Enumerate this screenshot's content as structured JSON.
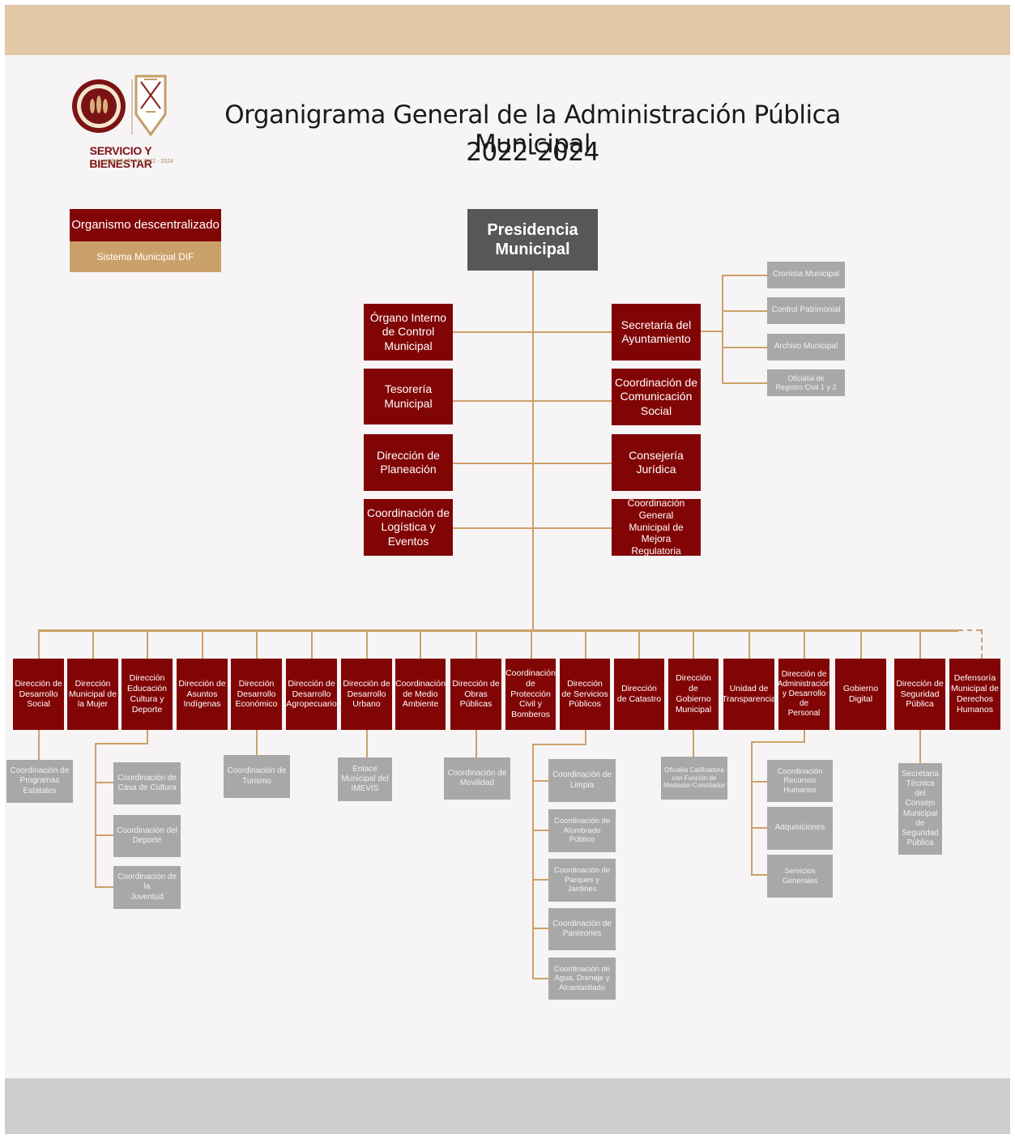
{
  "header": {
    "title_line1": "Organigrama General de la Administración Pública Municipal",
    "title_line2": "2022-2024",
    "brand": "SERVICIO Y BIENESTAR",
    "brand_sub": "XONACATLAN 2022 - 2024"
  },
  "legend": {
    "organismo": "Organismo descentralizado",
    "dif": "Sistema Municipal DIF"
  },
  "presidencia": "Presidencia\nMunicipal",
  "left_units": [
    "Órgano Interno\nde Control\nMunicipal",
    "Tesorería\nMunicipal",
    "Dirección de\nPlaneación",
    "Coordinación de\nLogística y Eventos"
  ],
  "right_units": [
    "Secretaria del\nAyuntamiento",
    "Coordinación de\nComunicación\nSocial",
    "Consejería Jurídica",
    "Coordinación General\nMunicipal de Mejora\nRegulatoria"
  ],
  "secretaria_sub": [
    "Cronista Municipal",
    "Control Patrimonial",
    "Archivo Municipal",
    "Oficialía de\nRegistro Civil 1 y 2"
  ],
  "directions": [
    "Dirección de\nDesarrollo\nSocial",
    "Dirección\nMunicipal de\nla Mujer",
    "Dirección\nEducación\nCultura y\nDeporte",
    "Dirección de\nAsuntos\nIndígenas",
    "Dirección\nDesarrollo\nEconómico",
    "Dirección de\nDesarrollo\nAgropecuario",
    "Dirección de\nDesarrollo\nUrbano",
    "Coordinación\nde Medio\nAmbiente",
    "Dirección de\nObras\nPúblicas",
    "Coordinación\nde Protección\nCivil y\nBomberos",
    "Dirección\nde Servicios\nPúblicos",
    "Dirección\nde Catastro",
    "Dirección de\nGobierno\nMunicipal",
    "Unidad de\nTransparencia",
    "Dirección de\nAdministración\ny Desarrollo de\nPersonal",
    "Gobierno\nDigital",
    "Dirección de\nSeguridad\nPública",
    "Defensoría\nMunicipal de\nDerechos\nHumanos"
  ],
  "sub_units": {
    "desarrollo_social": "Coordinación de\nProgramas\nEstatales",
    "educacion": [
      "Coordinación de\nCasa de Cultura",
      "Coordinación del\nDeporte",
      "Coordinación de la\nJuventud"
    ],
    "economico": "Coordinación de\nTurismo",
    "urbano": "Enlace\nMunicipal del\nIMEVIS",
    "obras": "Coordinación de\nMovilidad",
    "servicios": [
      "Coordinación de\nLimpia",
      "Coordinación de\nAlumbrado Público",
      "Coordinación de\nParques y Jardines",
      "Coordinación de\nPanteones",
      "Coordinación de\nAgua, Drenaje y\nAlcantarillado"
    ],
    "gobierno": "Oficialía Calificadora\ncon Función de\nMediador-Conciliador",
    "administracion": [
      "Coordinación\nRecursos Humanos",
      "Adquisiciones",
      "Servicios Generales"
    ],
    "seguridad": "Secretaria\nTécnica del\nConsejo\nMunicipal de\nSeguridad\nPública"
  },
  "colors": {
    "red": "#820506",
    "gray": "#a9a8a8",
    "dark": "#575757",
    "tan": "#caa06a",
    "connector": "#cda06a"
  }
}
